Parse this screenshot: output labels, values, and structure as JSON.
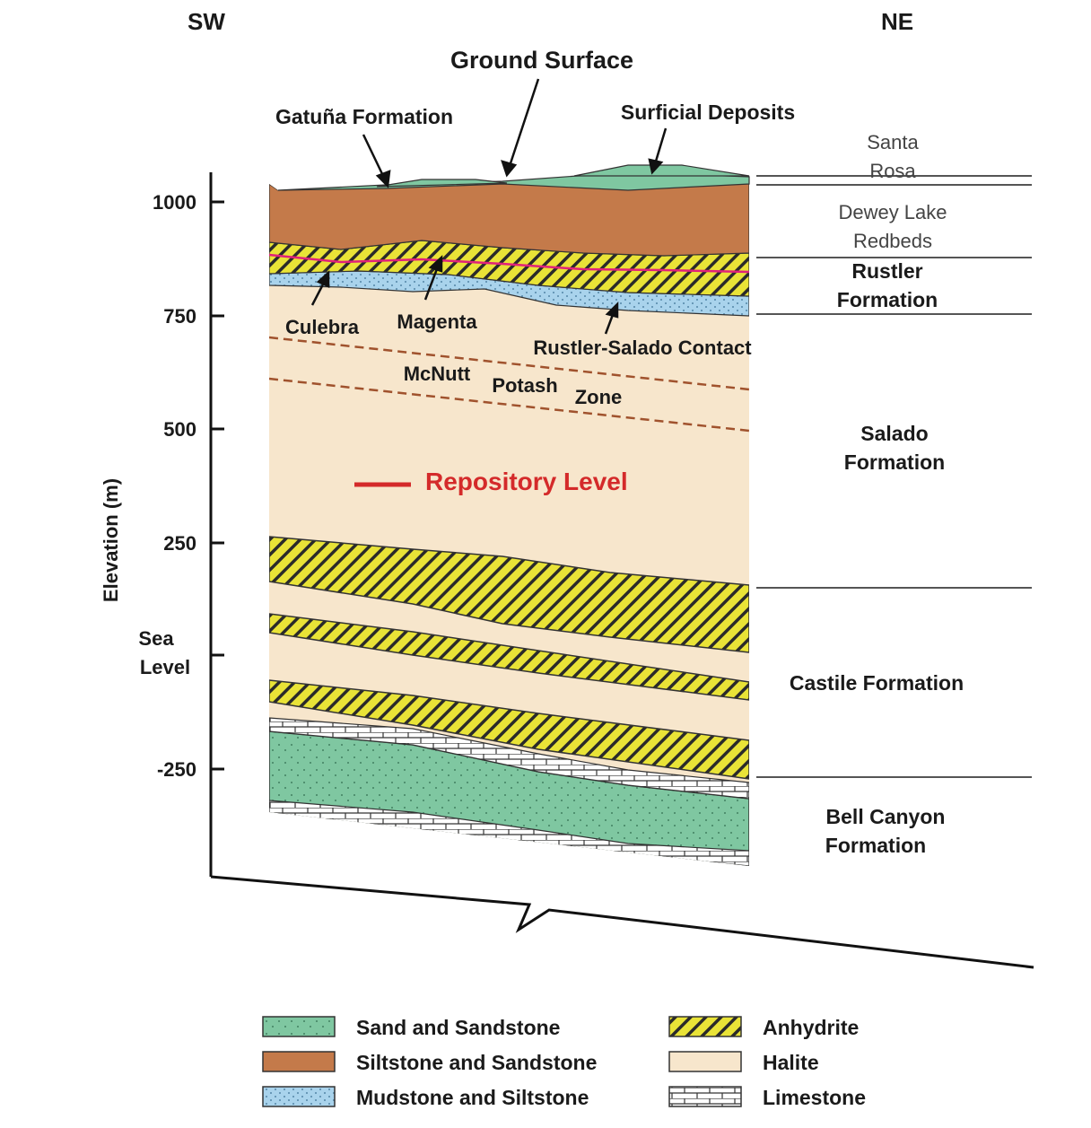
{
  "directions": {
    "left": "SW",
    "right": "NE"
  },
  "axis": {
    "label": "Elevation (m)",
    "ticks": [
      "1000",
      "750",
      "500",
      "250",
      "-250"
    ],
    "sea_level": [
      "Sea",
      "Level"
    ]
  },
  "callouts": {
    "ground_surface": "Ground Surface",
    "gatuna": "Gatuña Formation",
    "surficial": "Surficial Deposits",
    "culebra": "Culebra",
    "magenta": "Magenta",
    "rustler_salado": "Rustler-Salado Contact",
    "mcnutt_1": "McNutt",
    "mcnutt_2": "Potash",
    "mcnutt_3": "Zone",
    "repository": "Repository Level"
  },
  "formations": {
    "santa_rosa": [
      "Santa",
      "Rosa"
    ],
    "dewey_lake": [
      "Dewey Lake",
      "Redbeds"
    ],
    "rustler": [
      "Rustler",
      "Formation"
    ],
    "salado": [
      "Salado",
      "Formation"
    ],
    "castile": "Castile Formation",
    "bell_canyon": [
      "Bell Canyon",
      "Formation"
    ]
  },
  "legend": [
    {
      "label": "Sand and Sandstone",
      "fill": "sand"
    },
    {
      "label": "Siltstone and Sandstone",
      "fill": "silt"
    },
    {
      "label": "Mudstone and Siltstone",
      "fill": "mud"
    },
    {
      "label": "Anhydrite",
      "fill": "anhydrite"
    },
    {
      "label": "Halite",
      "fill": "halite"
    },
    {
      "label": "Limestone",
      "fill": "limestone"
    }
  ],
  "colors": {
    "sand": "#7fc7a1",
    "siltstone": "#c47a4a",
    "mudstone": "#a9d3ec",
    "anhydrite": "#e9e337",
    "halite": "#f7e6cc",
    "limestone": "#ffffff",
    "repository": "#d42a2a",
    "magenta_line": "#e0217a",
    "contour": "#a0522d"
  }
}
